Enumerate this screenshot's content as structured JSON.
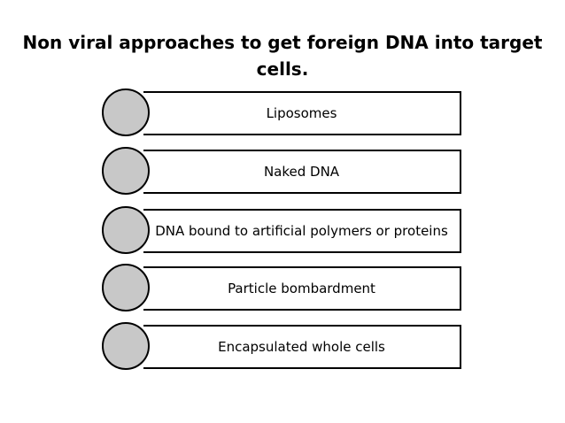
{
  "title": "Non viral approaches to get foreign DNA into target cells.",
  "items": [
    {
      "label": "Liposomes"
    },
    {
      "label": "Naked DNA"
    },
    {
      "label": "DNA bound to artificial polymers or proteins"
    },
    {
      "label": "Particle bombardment"
    },
    {
      "label": "Encapsulated whole cells"
    }
  ],
  "colors": {
    "bullet_fill": "#c8c8c8",
    "outline": "#000000",
    "background": "#ffffff"
  }
}
